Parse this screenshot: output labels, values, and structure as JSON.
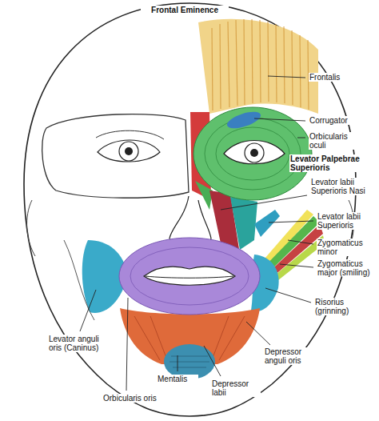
{
  "diagram": {
    "labels": [
      "Frontal Eminence",
      "Frontalis",
      "Corrugator",
      "Orbicularis oculi",
      "Levator Palpebrae Superioris",
      "Levator labii Superioris Nasi",
      "Levator labii Superioris",
      "Zygomaticus minor",
      "Zygomaticus major (smiling)",
      "Risorius (grinning)",
      "Levator anguli oris (Caninus)",
      "Orbicularis oris",
      "Mentalis",
      "Depressor labii",
      "Depressor anguli oris"
    ]
  }
}
